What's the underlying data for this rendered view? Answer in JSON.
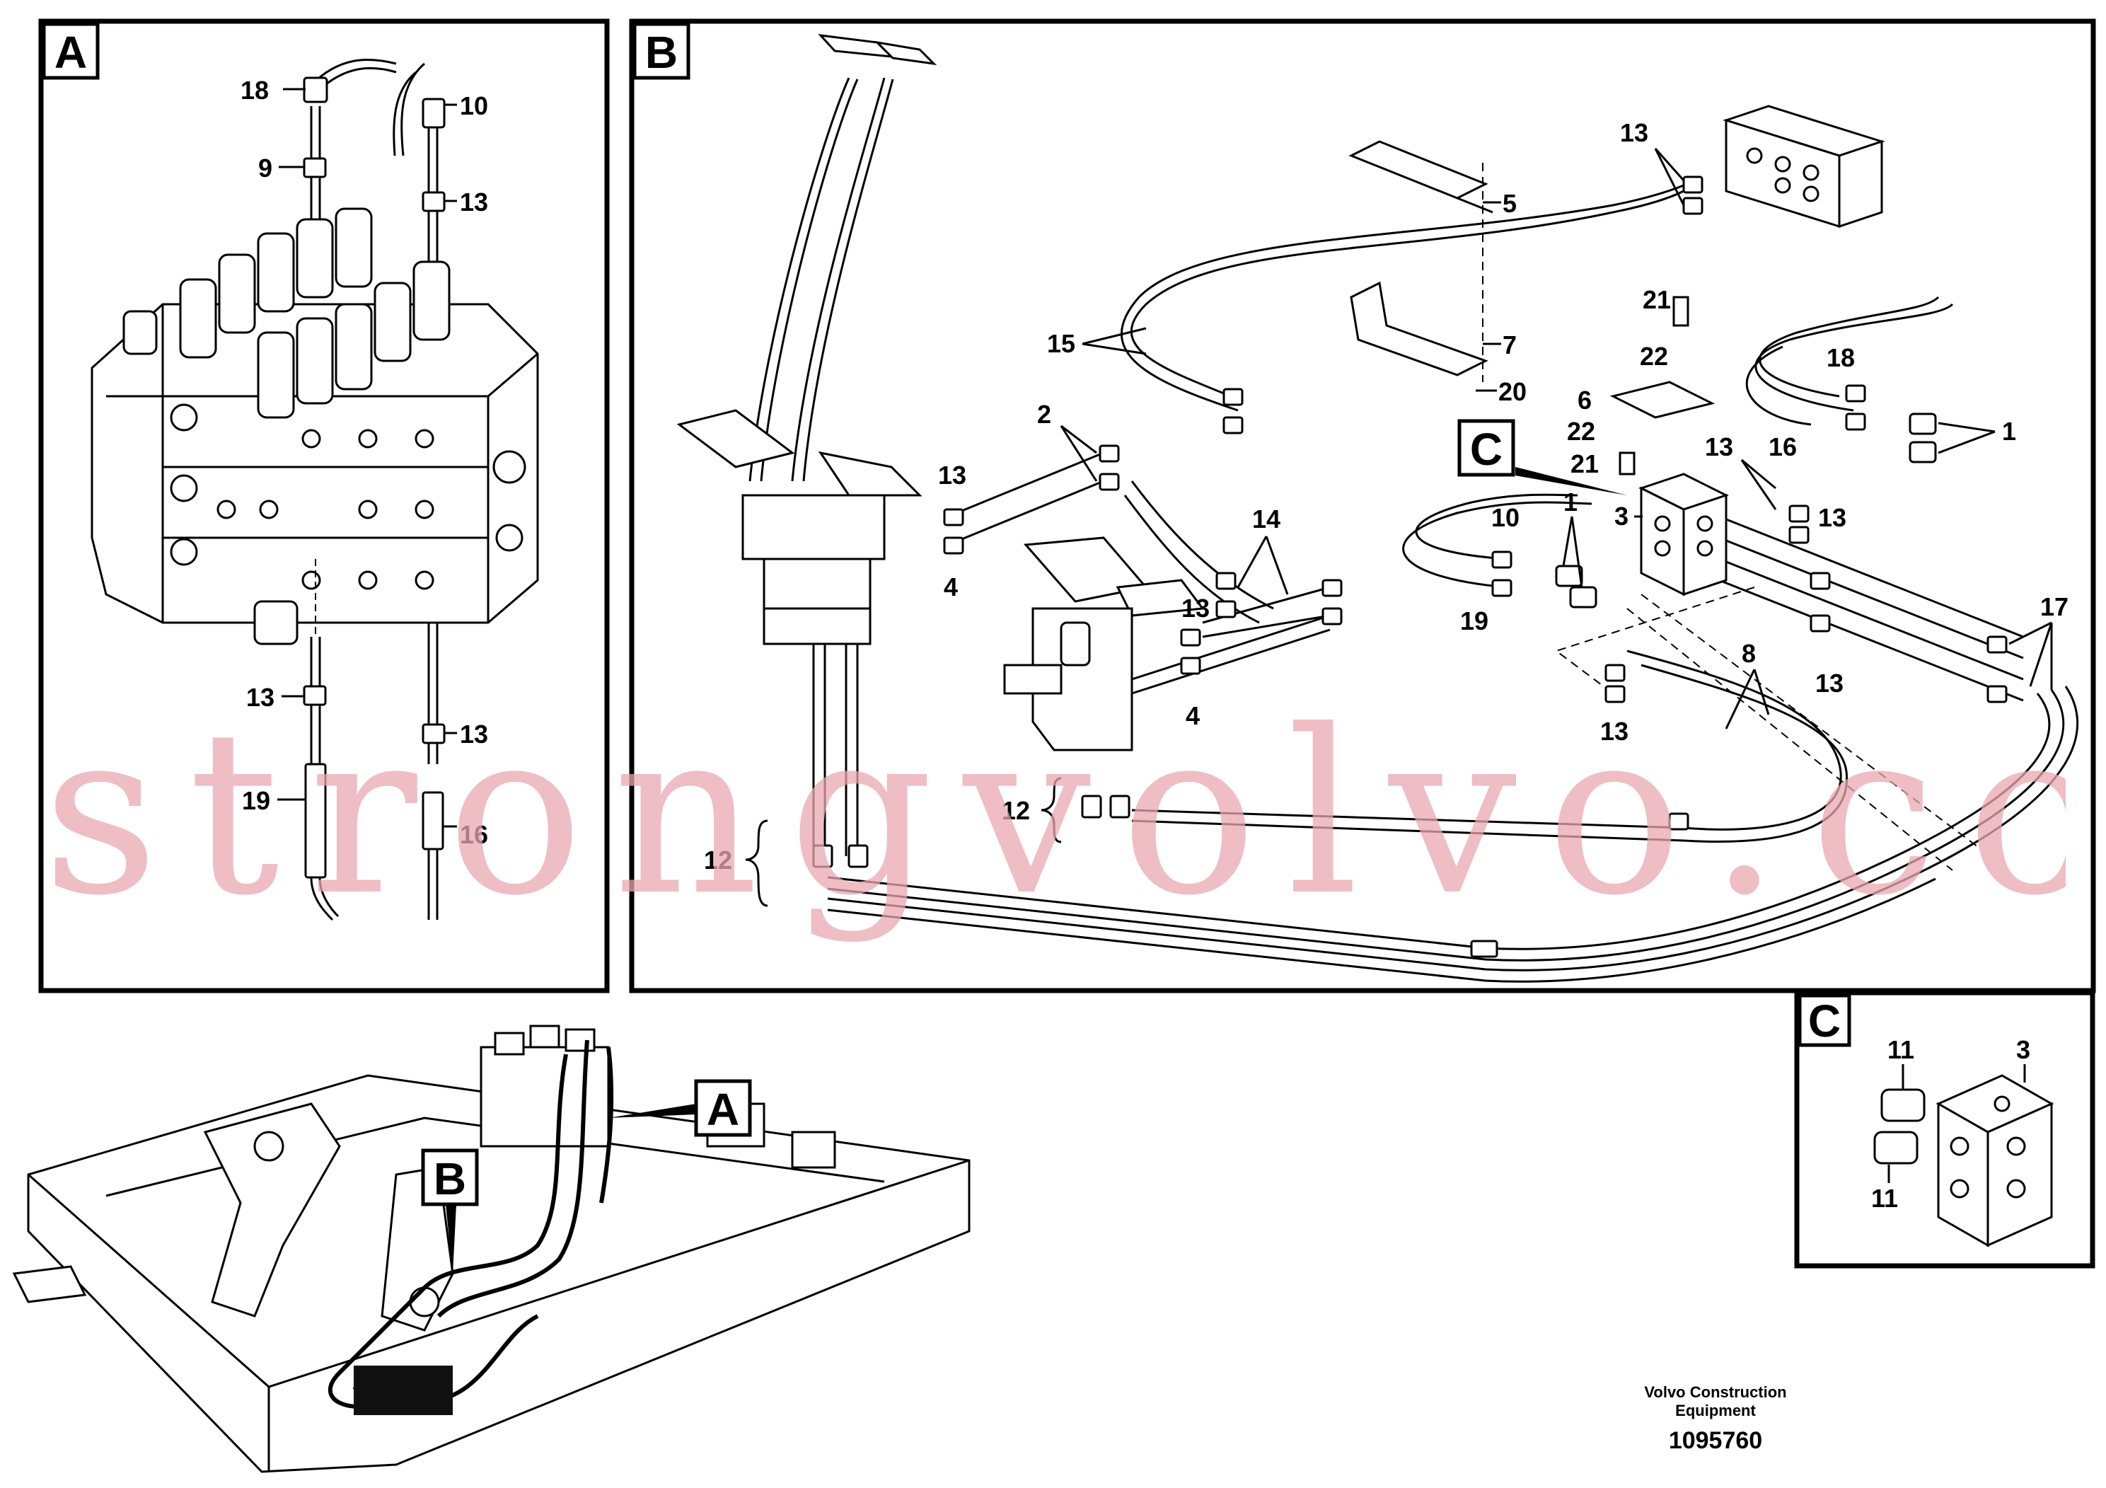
{
  "panels": {
    "A": {
      "letter": "A"
    },
    "B": {
      "letter": "B"
    },
    "C": {
      "letter": "C"
    },
    "overview": {
      "marker_a": "A",
      "marker_b": "B"
    },
    "b_detail_marker": "C"
  },
  "callouts": {
    "a": {
      "c18": "18",
      "c10": "10",
      "c9": "9",
      "c13_top": "13",
      "c13_left": "13",
      "c13_right": "13",
      "c19": "19",
      "c16": "16"
    },
    "b": {
      "c13_top": "13",
      "c5": "5",
      "c21_top": "21",
      "c7": "7",
      "c22_top": "22",
      "c20": "20",
      "c18": "18",
      "c15": "15",
      "c6": "6",
      "c22_mid": "22",
      "c21_mid": "21",
      "c16": "16",
      "c1": "1",
      "c13_r1": "13",
      "c2": "2",
      "c13_l1": "13",
      "c4_l": "4",
      "c14": "14",
      "c3": "3",
      "c10": "10",
      "c1_mid": "1",
      "c13_r2": "13",
      "c19": "19",
      "c17": "17",
      "c13_m": "13",
      "c4_m": "4",
      "c8": "8",
      "c13_r3": "13",
      "c13_b": "13",
      "c12_m": "12",
      "c12_l": "12"
    },
    "c": {
      "c11_top": "11",
      "c3": "3",
      "c11_bot": "11"
    }
  },
  "watermark": "strongvolvo.com",
  "footer": {
    "brand_line1": "Volvo Construction",
    "brand_line2": "Equipment",
    "doc_number": "1095760"
  }
}
